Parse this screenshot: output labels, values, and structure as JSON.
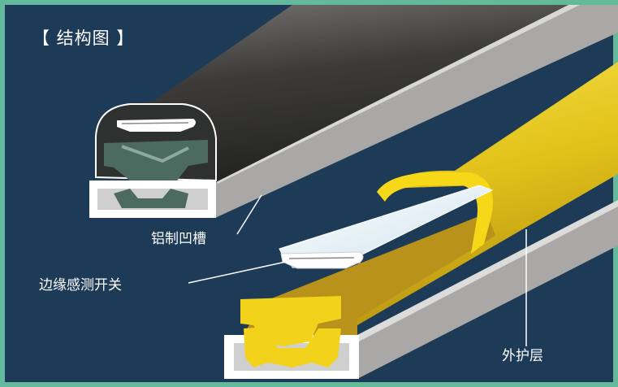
{
  "title": "【 结构图 】",
  "labels": {
    "aluminum_groove": "铝制凹槽",
    "edge_switch": "边缘感测开关",
    "outer_cover": "外护层"
  },
  "colors": {
    "background": "#1d3a57",
    "frame": "#62b99b",
    "aluminum": "#cfcfcf",
    "aluminum_side": "#a9a8a6",
    "dark_cover": "#3a3a38",
    "yellow_cover": "#f2d21a",
    "sensor_top": "#e9f0f6",
    "label_text": "#ffffff"
  }
}
